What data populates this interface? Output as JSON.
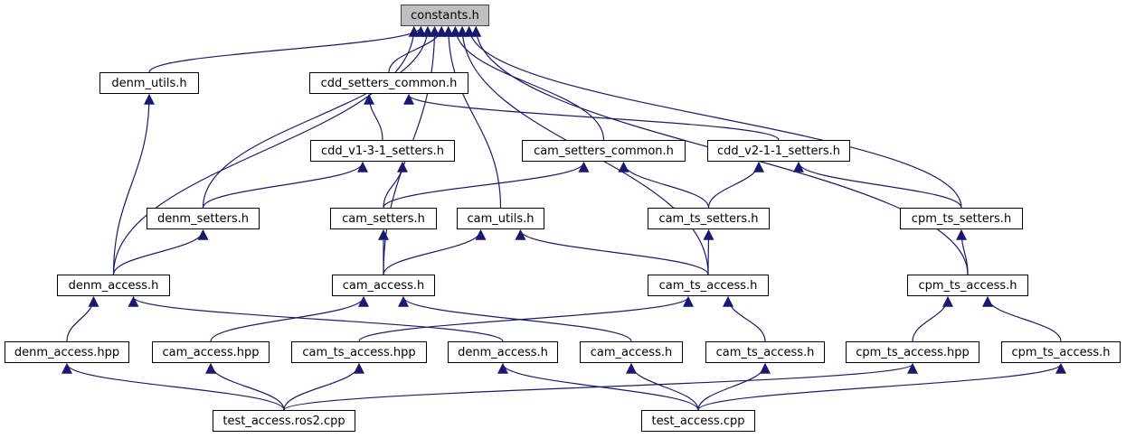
{
  "graph": {
    "type": "include-dependency-graph",
    "edge_color": "#191970",
    "root_fill": "#bfbfbf",
    "node_fill": "#ffffff",
    "nodes": {
      "constants_h": "constants.h",
      "denm_utils_h": "denm_utils.h",
      "cdd_setters_common_h": "cdd_setters_common.h",
      "cdd_v1_3_1_setters_h": "cdd_v1-3-1_setters.h",
      "cam_setters_common_h": "cam_setters_common.h",
      "cdd_v2_1_1_setters_h": "cdd_v2-1-1_setters.h",
      "denm_setters_h": "denm_setters.h",
      "cam_setters_h": "cam_setters.h",
      "cam_utils_h": "cam_utils.h",
      "cam_ts_setters_h": "cam_ts_setters.h",
      "cpm_ts_setters_h": "cpm_ts_setters.h",
      "denm_access_h": "denm_access.h",
      "cam_access_h": "cam_access.h",
      "cam_ts_access_h": "cam_ts_access.h",
      "cpm_ts_access_h": "cpm_ts_access.h",
      "denm_access_hpp": "denm_access.hpp",
      "cam_access_hpp": "cam_access.hpp",
      "cam_ts_access_hpp": "cam_ts_access.hpp",
      "denm_access_h_2": "denm_access.h",
      "cam_access_h_2": "cam_access.h",
      "cam_ts_access_h_2": "cam_ts_access.h",
      "cpm_ts_access_hpp": "cpm_ts_access.hpp",
      "cpm_ts_access_h_2": "cpm_ts_access.h",
      "test_access_ros2_cpp": "test_access.ros2.cpp",
      "test_access_cpp": "test_access.cpp"
    },
    "edges": [
      {
        "from": "denm_utils_h",
        "to": "constants_h"
      },
      {
        "from": "cdd_setters_common_h",
        "to": "constants_h"
      },
      {
        "from": "cam_setters_common_h",
        "to": "constants_h"
      },
      {
        "from": "denm_setters_h",
        "to": "constants_h"
      },
      {
        "from": "cam_utils_h",
        "to": "constants_h"
      },
      {
        "from": "cpm_ts_setters_h",
        "to": "constants_h"
      },
      {
        "from": "denm_access_h",
        "to": "constants_h"
      },
      {
        "from": "cam_access_h",
        "to": "constants_h"
      },
      {
        "from": "cam_ts_access_h",
        "to": "constants_h"
      },
      {
        "from": "cpm_ts_access_h",
        "to": "constants_h"
      },
      {
        "from": "cdd_v1_3_1_setters_h",
        "to": "cdd_setters_common_h"
      },
      {
        "from": "cdd_v2_1_1_setters_h",
        "to": "cdd_setters_common_h"
      },
      {
        "from": "denm_access_h",
        "to": "denm_utils_h"
      },
      {
        "from": "denm_setters_h",
        "to": "cdd_v1_3_1_setters_h"
      },
      {
        "from": "cam_setters_h",
        "to": "cdd_v1_3_1_setters_h"
      },
      {
        "from": "cam_setters_h",
        "to": "cam_setters_common_h"
      },
      {
        "from": "cam_ts_setters_h",
        "to": "cam_setters_common_h"
      },
      {
        "from": "cam_ts_setters_h",
        "to": "cdd_v2_1_1_setters_h"
      },
      {
        "from": "cpm_ts_setters_h",
        "to": "cdd_v2_1_1_setters_h"
      },
      {
        "from": "denm_access_h",
        "to": "denm_setters_h"
      },
      {
        "from": "cam_access_h",
        "to": "cam_setters_h"
      },
      {
        "from": "cam_access_h",
        "to": "cam_utils_h"
      },
      {
        "from": "cam_ts_access_h",
        "to": "cam_utils_h"
      },
      {
        "from": "cam_ts_access_h",
        "to": "cam_ts_setters_h"
      },
      {
        "from": "cpm_ts_access_h",
        "to": "cpm_ts_setters_h"
      },
      {
        "from": "denm_access_hpp",
        "to": "denm_access_h"
      },
      {
        "from": "denm_access_h_2",
        "to": "denm_access_h"
      },
      {
        "from": "cam_access_hpp",
        "to": "cam_access_h"
      },
      {
        "from": "cam_access_h_2",
        "to": "cam_access_h"
      },
      {
        "from": "cam_ts_access_hpp",
        "to": "cam_ts_access_h"
      },
      {
        "from": "cam_ts_access_h_2",
        "to": "cam_ts_access_h"
      },
      {
        "from": "cpm_ts_access_hpp",
        "to": "cpm_ts_access_h"
      },
      {
        "from": "cpm_ts_access_h_2",
        "to": "cpm_ts_access_h"
      },
      {
        "from": "test_access_ros2_cpp",
        "to": "denm_access_hpp"
      },
      {
        "from": "test_access_ros2_cpp",
        "to": "cam_access_hpp"
      },
      {
        "from": "test_access_ros2_cpp",
        "to": "cam_ts_access_hpp"
      },
      {
        "from": "test_access_ros2_cpp",
        "to": "cpm_ts_access_hpp"
      },
      {
        "from": "test_access_cpp",
        "to": "denm_access_h_2"
      },
      {
        "from": "test_access_cpp",
        "to": "cam_access_h_2"
      },
      {
        "from": "test_access_cpp",
        "to": "cam_ts_access_h_2"
      },
      {
        "from": "test_access_cpp",
        "to": "cpm_ts_access_h_2"
      }
    ]
  }
}
